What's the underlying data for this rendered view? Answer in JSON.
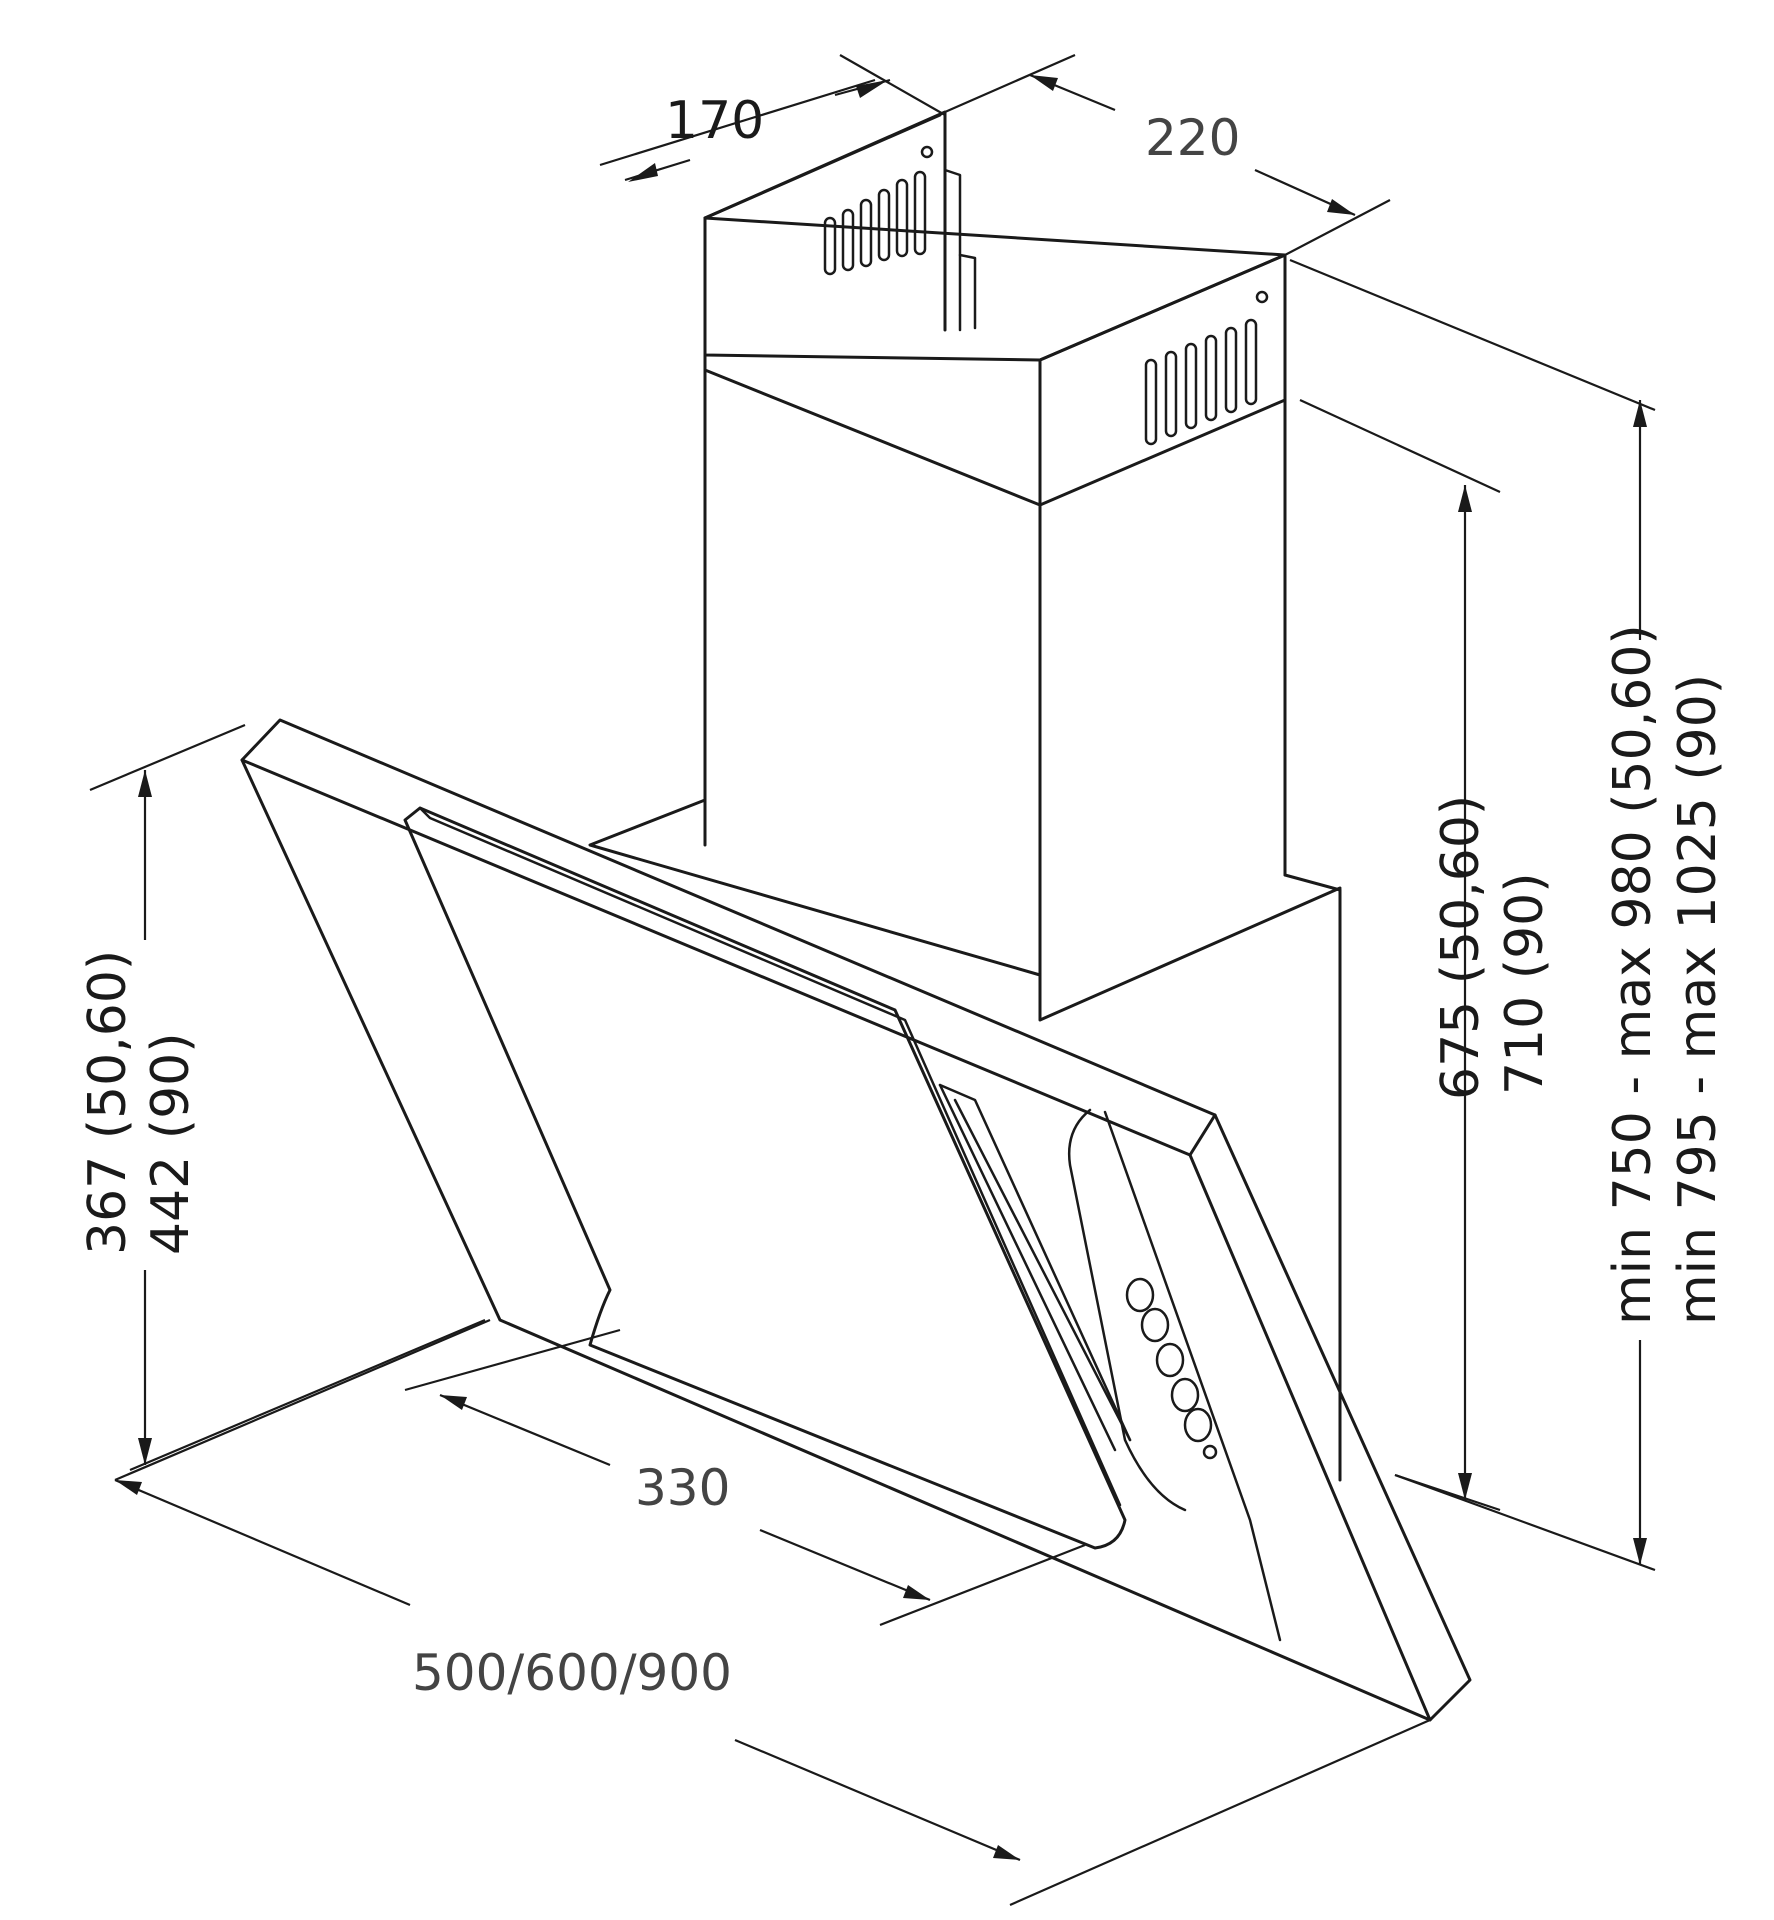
{
  "dimensions": {
    "depth_top": "170",
    "width_chimney": "220",
    "inner_depth": "330",
    "width_total": "500/600/900",
    "chimney_height_line1": "675 (50,60)",
    "chimney_height_line2": "710 (90)",
    "total_height_line1": "min 750 - max 980 (50,60)",
    "total_height_line2": "min 795 - max 1025 (90)",
    "hood_height_line1": "367 (50,60)",
    "hood_height_line2": "442 (90)"
  }
}
